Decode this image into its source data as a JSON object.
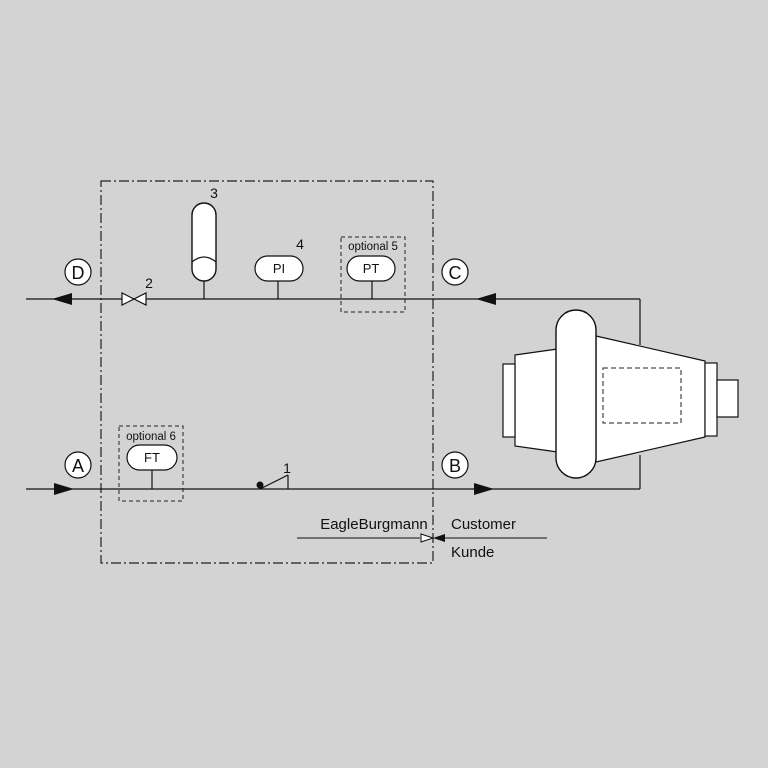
{
  "ports": {
    "a": "A",
    "b": "B",
    "c": "C",
    "d": "D"
  },
  "components": {
    "non_return_valve_number": "1",
    "valve_number": "2",
    "accumulator_number": "3",
    "pi_number": "4",
    "pi_label": "PI",
    "pt_label": "PT",
    "pt_option_label": "optional 5",
    "ft_label": "FT",
    "ft_option_label": "optional 6"
  },
  "interface": {
    "supplier": "EagleBurgmann",
    "customer": "Customer",
    "customer_de": "Kunde"
  },
  "colors": {
    "background": "#d3d3d3",
    "line": "#111111",
    "fill": "#ffffff"
  }
}
